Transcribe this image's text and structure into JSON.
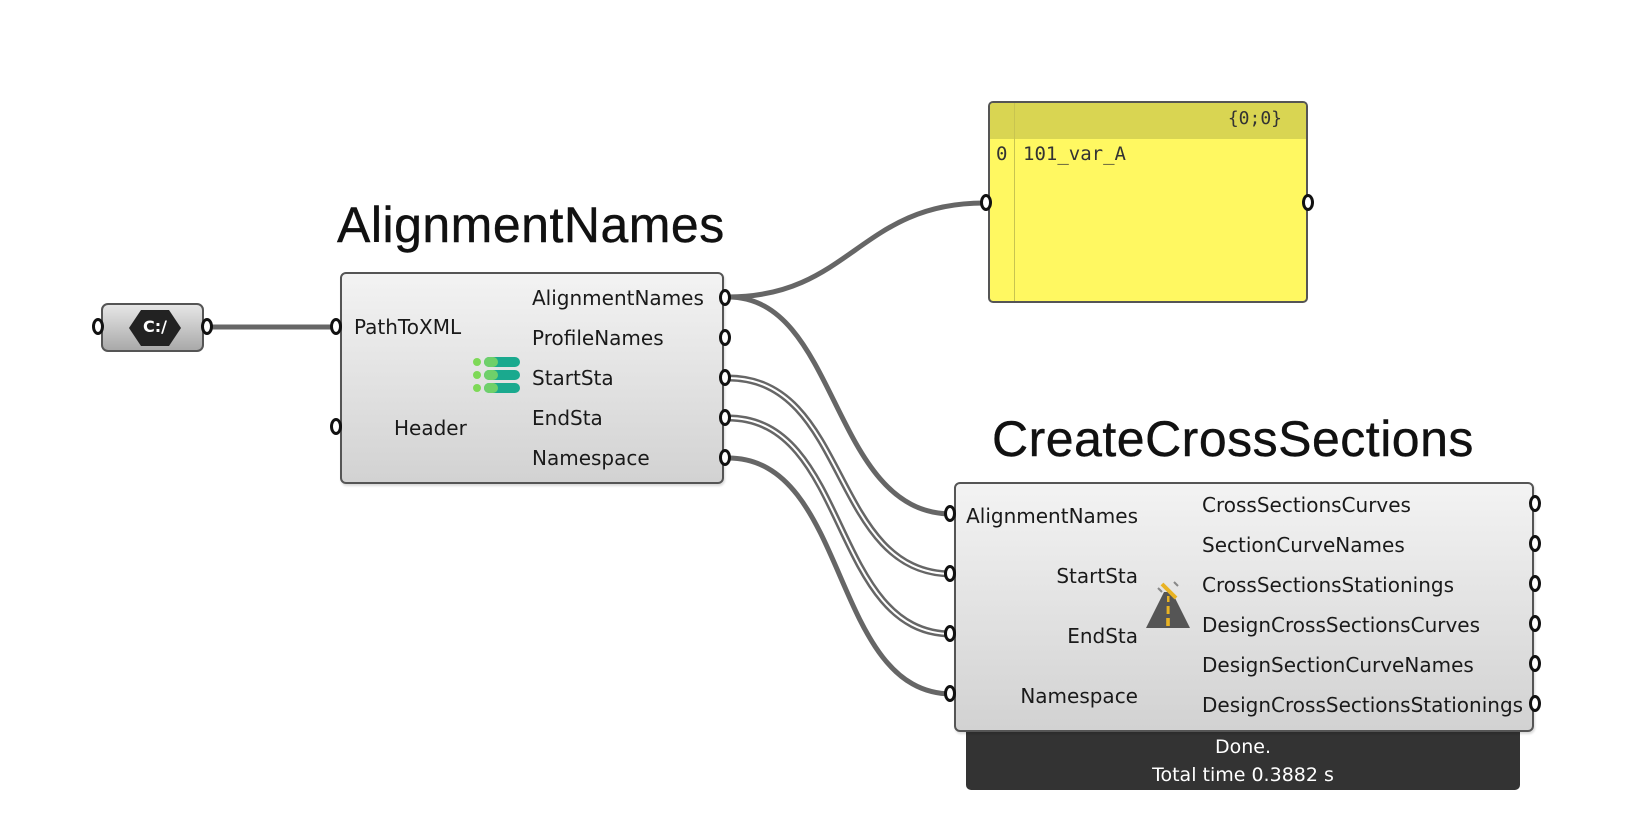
{
  "canvas": {
    "wire_color": "#666666",
    "component_fill": "#dedede",
    "panel_color": "#fff861",
    "status_bg": "#333333"
  },
  "file_path_param": {
    "icon": "drive-path-icon",
    "icon_text": "C:/"
  },
  "alignment_names": {
    "title": "AlignmentNames",
    "icon": "list-icon",
    "inputs": [
      "PathToXML",
      "Header"
    ],
    "outputs": [
      "AlignmentNames",
      "ProfileNames",
      "StartSta",
      "EndSta",
      "Namespace"
    ]
  },
  "panel": {
    "path": "{0;0}",
    "rows": [
      {
        "index": "0",
        "value": "101_var_A"
      }
    ]
  },
  "create_cross_sections": {
    "title": "CreateCrossSections",
    "icon": "road-icon",
    "inputs": [
      "AlignmentNames",
      "StartSta",
      "EndSta",
      "Namespace"
    ],
    "outputs": [
      "CrossSectionsCurves",
      "SectionCurveNames",
      "CrossSectionsStationings",
      "DesignCrossSectionsCurves",
      "DesignSectionCurveNames",
      "DesignCrossSectionsStationings"
    ],
    "status_line1": "Done.",
    "status_line2": "Total time 0.3882 s"
  }
}
